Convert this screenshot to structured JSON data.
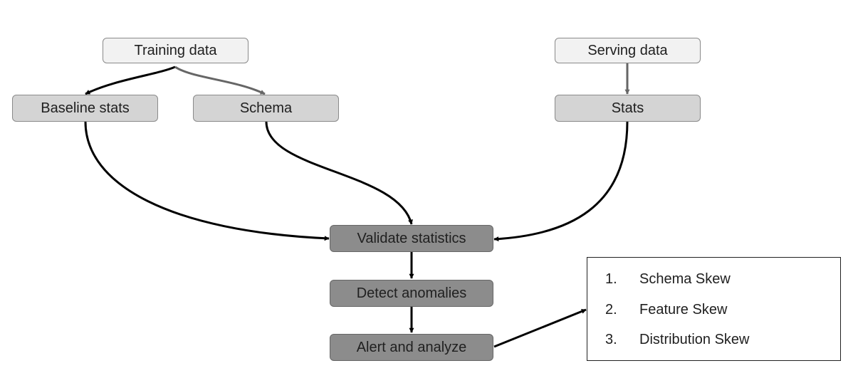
{
  "nodes": {
    "training_data": "Training data",
    "serving_data": "Serving data",
    "baseline_stats": "Baseline stats",
    "schema": "Schema",
    "stats": "Stats",
    "validate_statistics": "Validate statistics",
    "detect_anomalies": "Detect anomalies",
    "alert_and_analyze": "Alert and analyze"
  },
  "skew_list": [
    {
      "number": "1.",
      "label": "Schema Skew"
    },
    {
      "number": "2.",
      "label": "Feature Skew"
    },
    {
      "number": "3.",
      "label": "Distribution Skew"
    }
  ],
  "colors": {
    "light_node": "#f2f2f2",
    "mid_node": "#d4d4d4",
    "dark_node": "#8c8c8c",
    "arrow_black": "#000000",
    "arrow_gray": "#666666"
  }
}
